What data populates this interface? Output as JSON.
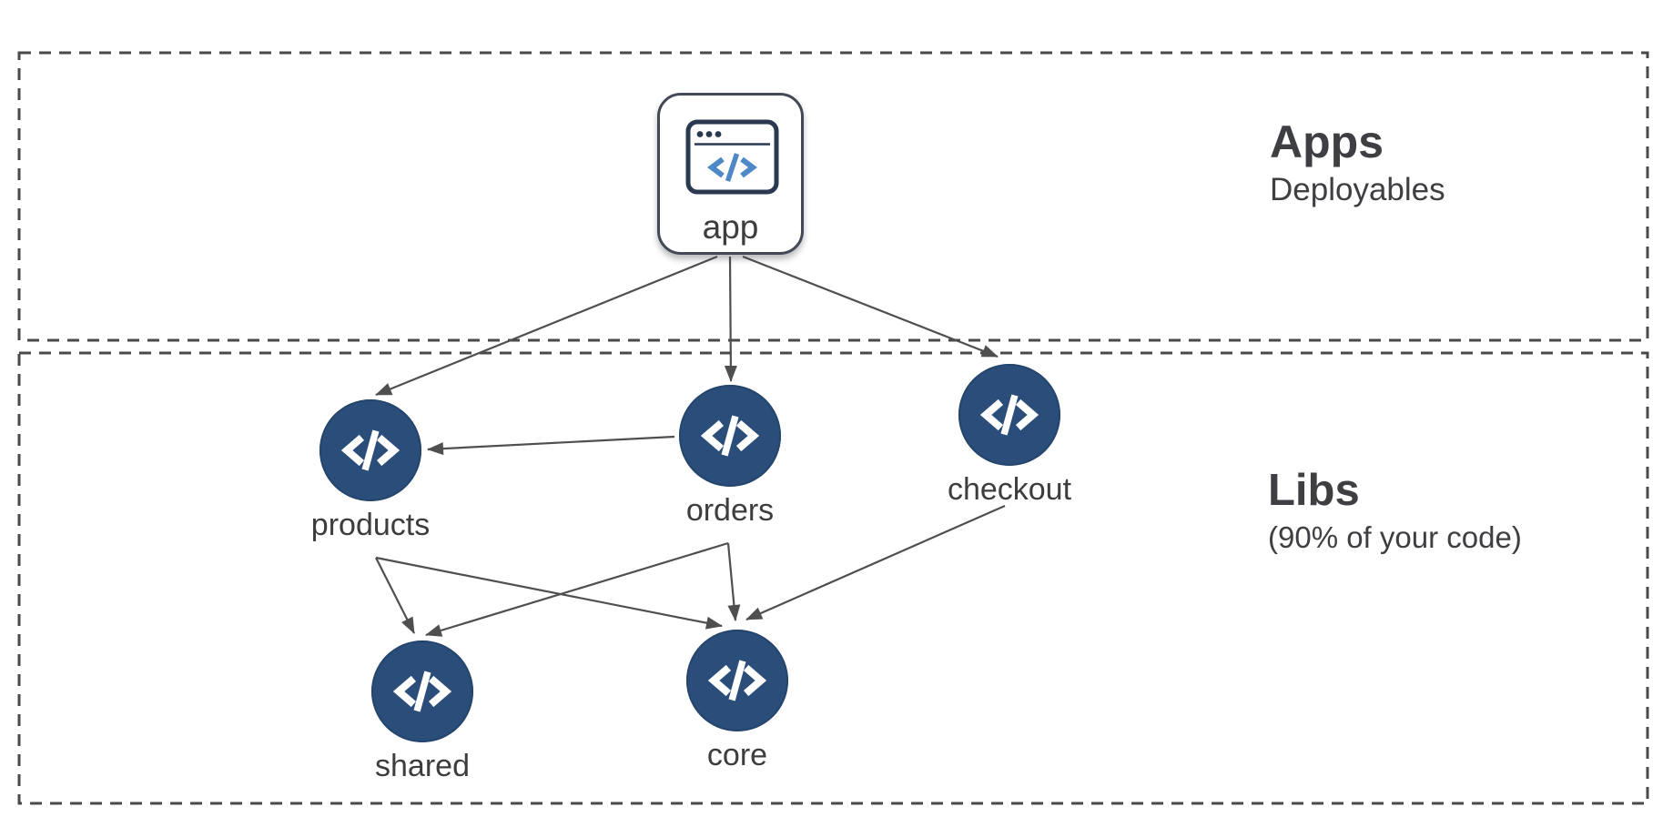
{
  "diagram": {
    "regions": {
      "apps": {
        "title": "Apps",
        "subtitle": "Deployables"
      },
      "libs": {
        "title": "Libs",
        "subtitle": "(90% of your code)"
      }
    },
    "nodes": {
      "app": {
        "label": "app",
        "kind": "application",
        "icon": "browser-window-icon"
      },
      "products": {
        "label": "products",
        "kind": "library",
        "icon": "code-icon"
      },
      "orders": {
        "label": "orders",
        "kind": "library",
        "icon": "code-icon"
      },
      "checkout": {
        "label": "checkout",
        "kind": "library",
        "icon": "code-icon"
      },
      "shared": {
        "label": "shared",
        "kind": "library",
        "icon": "code-icon"
      },
      "core": {
        "label": "core",
        "kind": "library",
        "icon": "code-icon"
      }
    },
    "edges": [
      {
        "from": "app",
        "to": "products"
      },
      {
        "from": "app",
        "to": "orders"
      },
      {
        "from": "app",
        "to": "checkout"
      },
      {
        "from": "orders",
        "to": "products"
      },
      {
        "from": "products",
        "to": "shared"
      },
      {
        "from": "products",
        "to": "core"
      },
      {
        "from": "orders",
        "to": "shared"
      },
      {
        "from": "orders",
        "to": "core"
      },
      {
        "from": "checkout",
        "to": "core"
      }
    ],
    "colors": {
      "background": "#ffffff",
      "node_fill": "#2b4d7a",
      "node_glyph": "#ffffff",
      "edge": "#4f4f4f",
      "region_border": "#4a4a4a",
      "text": "#3d3d3d",
      "code_blue": "#4e88c7",
      "app_border": "#434957"
    }
  }
}
